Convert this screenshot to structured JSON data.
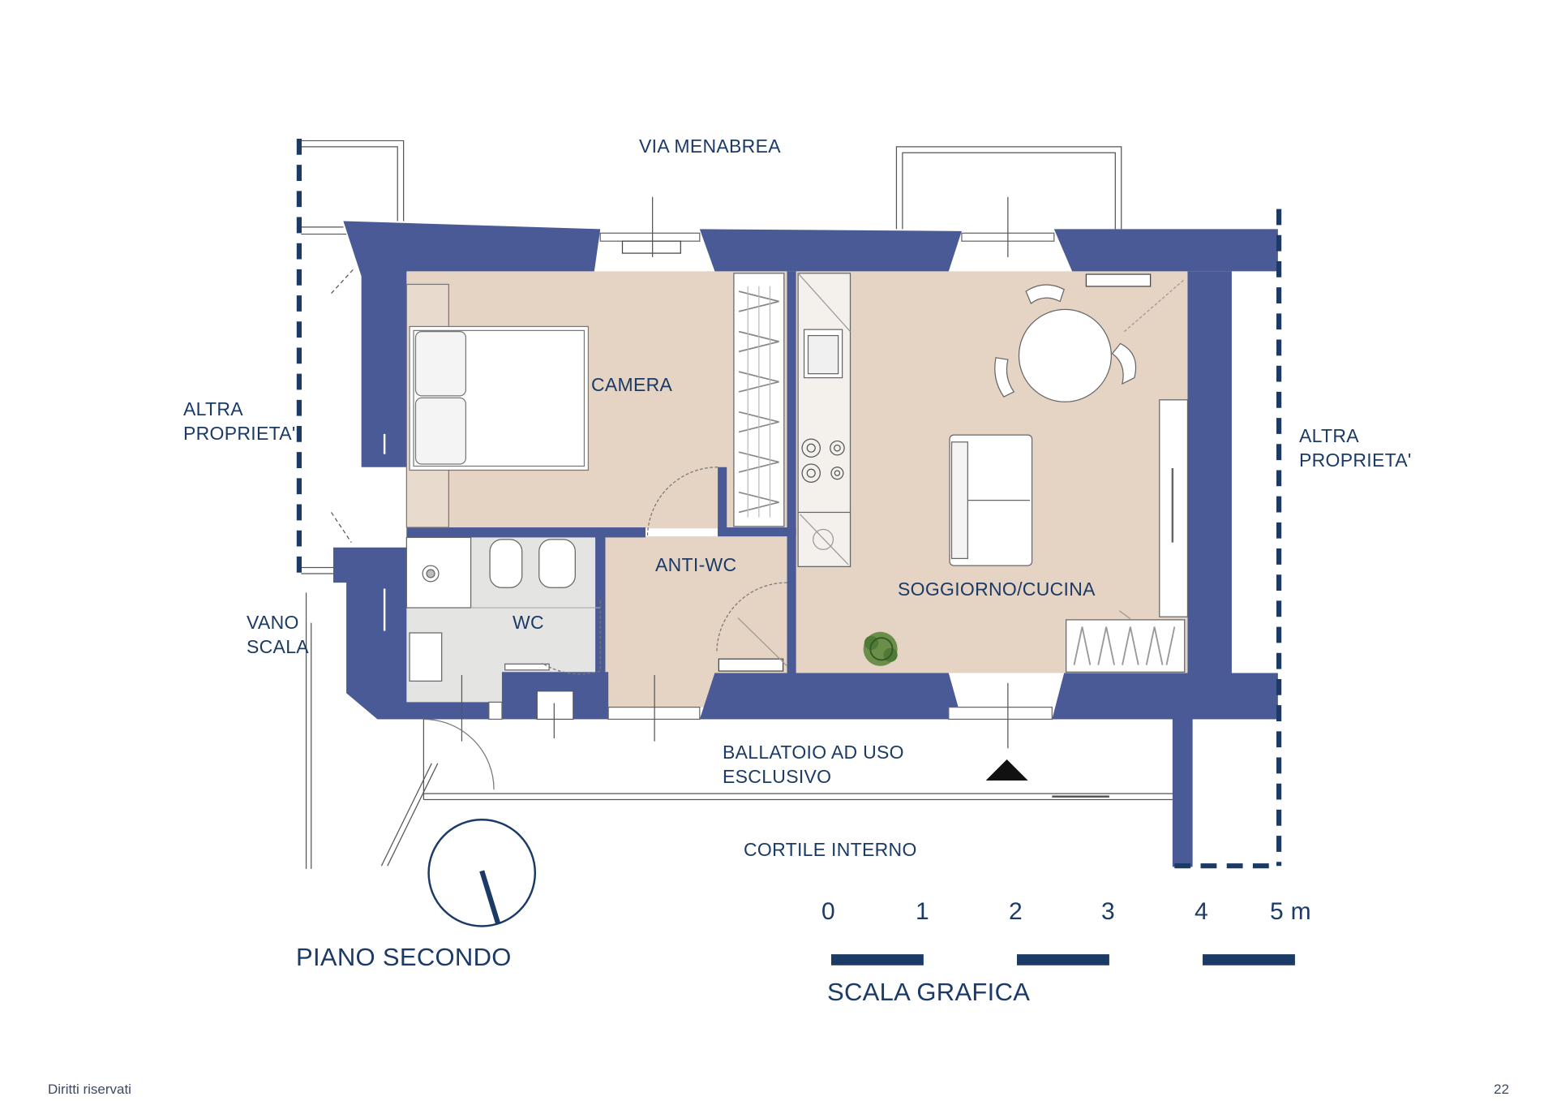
{
  "plan": {
    "street_label": "VIA MENABREA",
    "rooms": {
      "bedroom": "CAMERA",
      "anti_wc": "ANTI-WC",
      "wc": "WC",
      "living_kitchen": "SOGGIORNO/CUCINA"
    },
    "outside": {
      "left_property": "ALTRA\nPROPRIETA'",
      "right_property": "ALTRA\nPROPRIETA'",
      "stairwell": "VANO\nSCALA",
      "balcony": "BALLATOIO AD USO\nESCLUSIVO",
      "courtyard": "CORTILE INTERNO"
    },
    "floor_label": "PIANO SECONDO"
  },
  "scale_bar": {
    "ticks": [
      "0",
      "1",
      "2",
      "3",
      "4",
      "5 m"
    ],
    "title": "SCALA GRAFICA"
  },
  "footer": {
    "rights": "Diritti riservati",
    "page_number": "22"
  },
  "colors": {
    "wall": "#4a5a96",
    "floor": "#e5d3c3",
    "wet_floor": "#e4e4e2",
    "dashed_boundary": "#1b3a66",
    "text": "#1b3a66"
  }
}
